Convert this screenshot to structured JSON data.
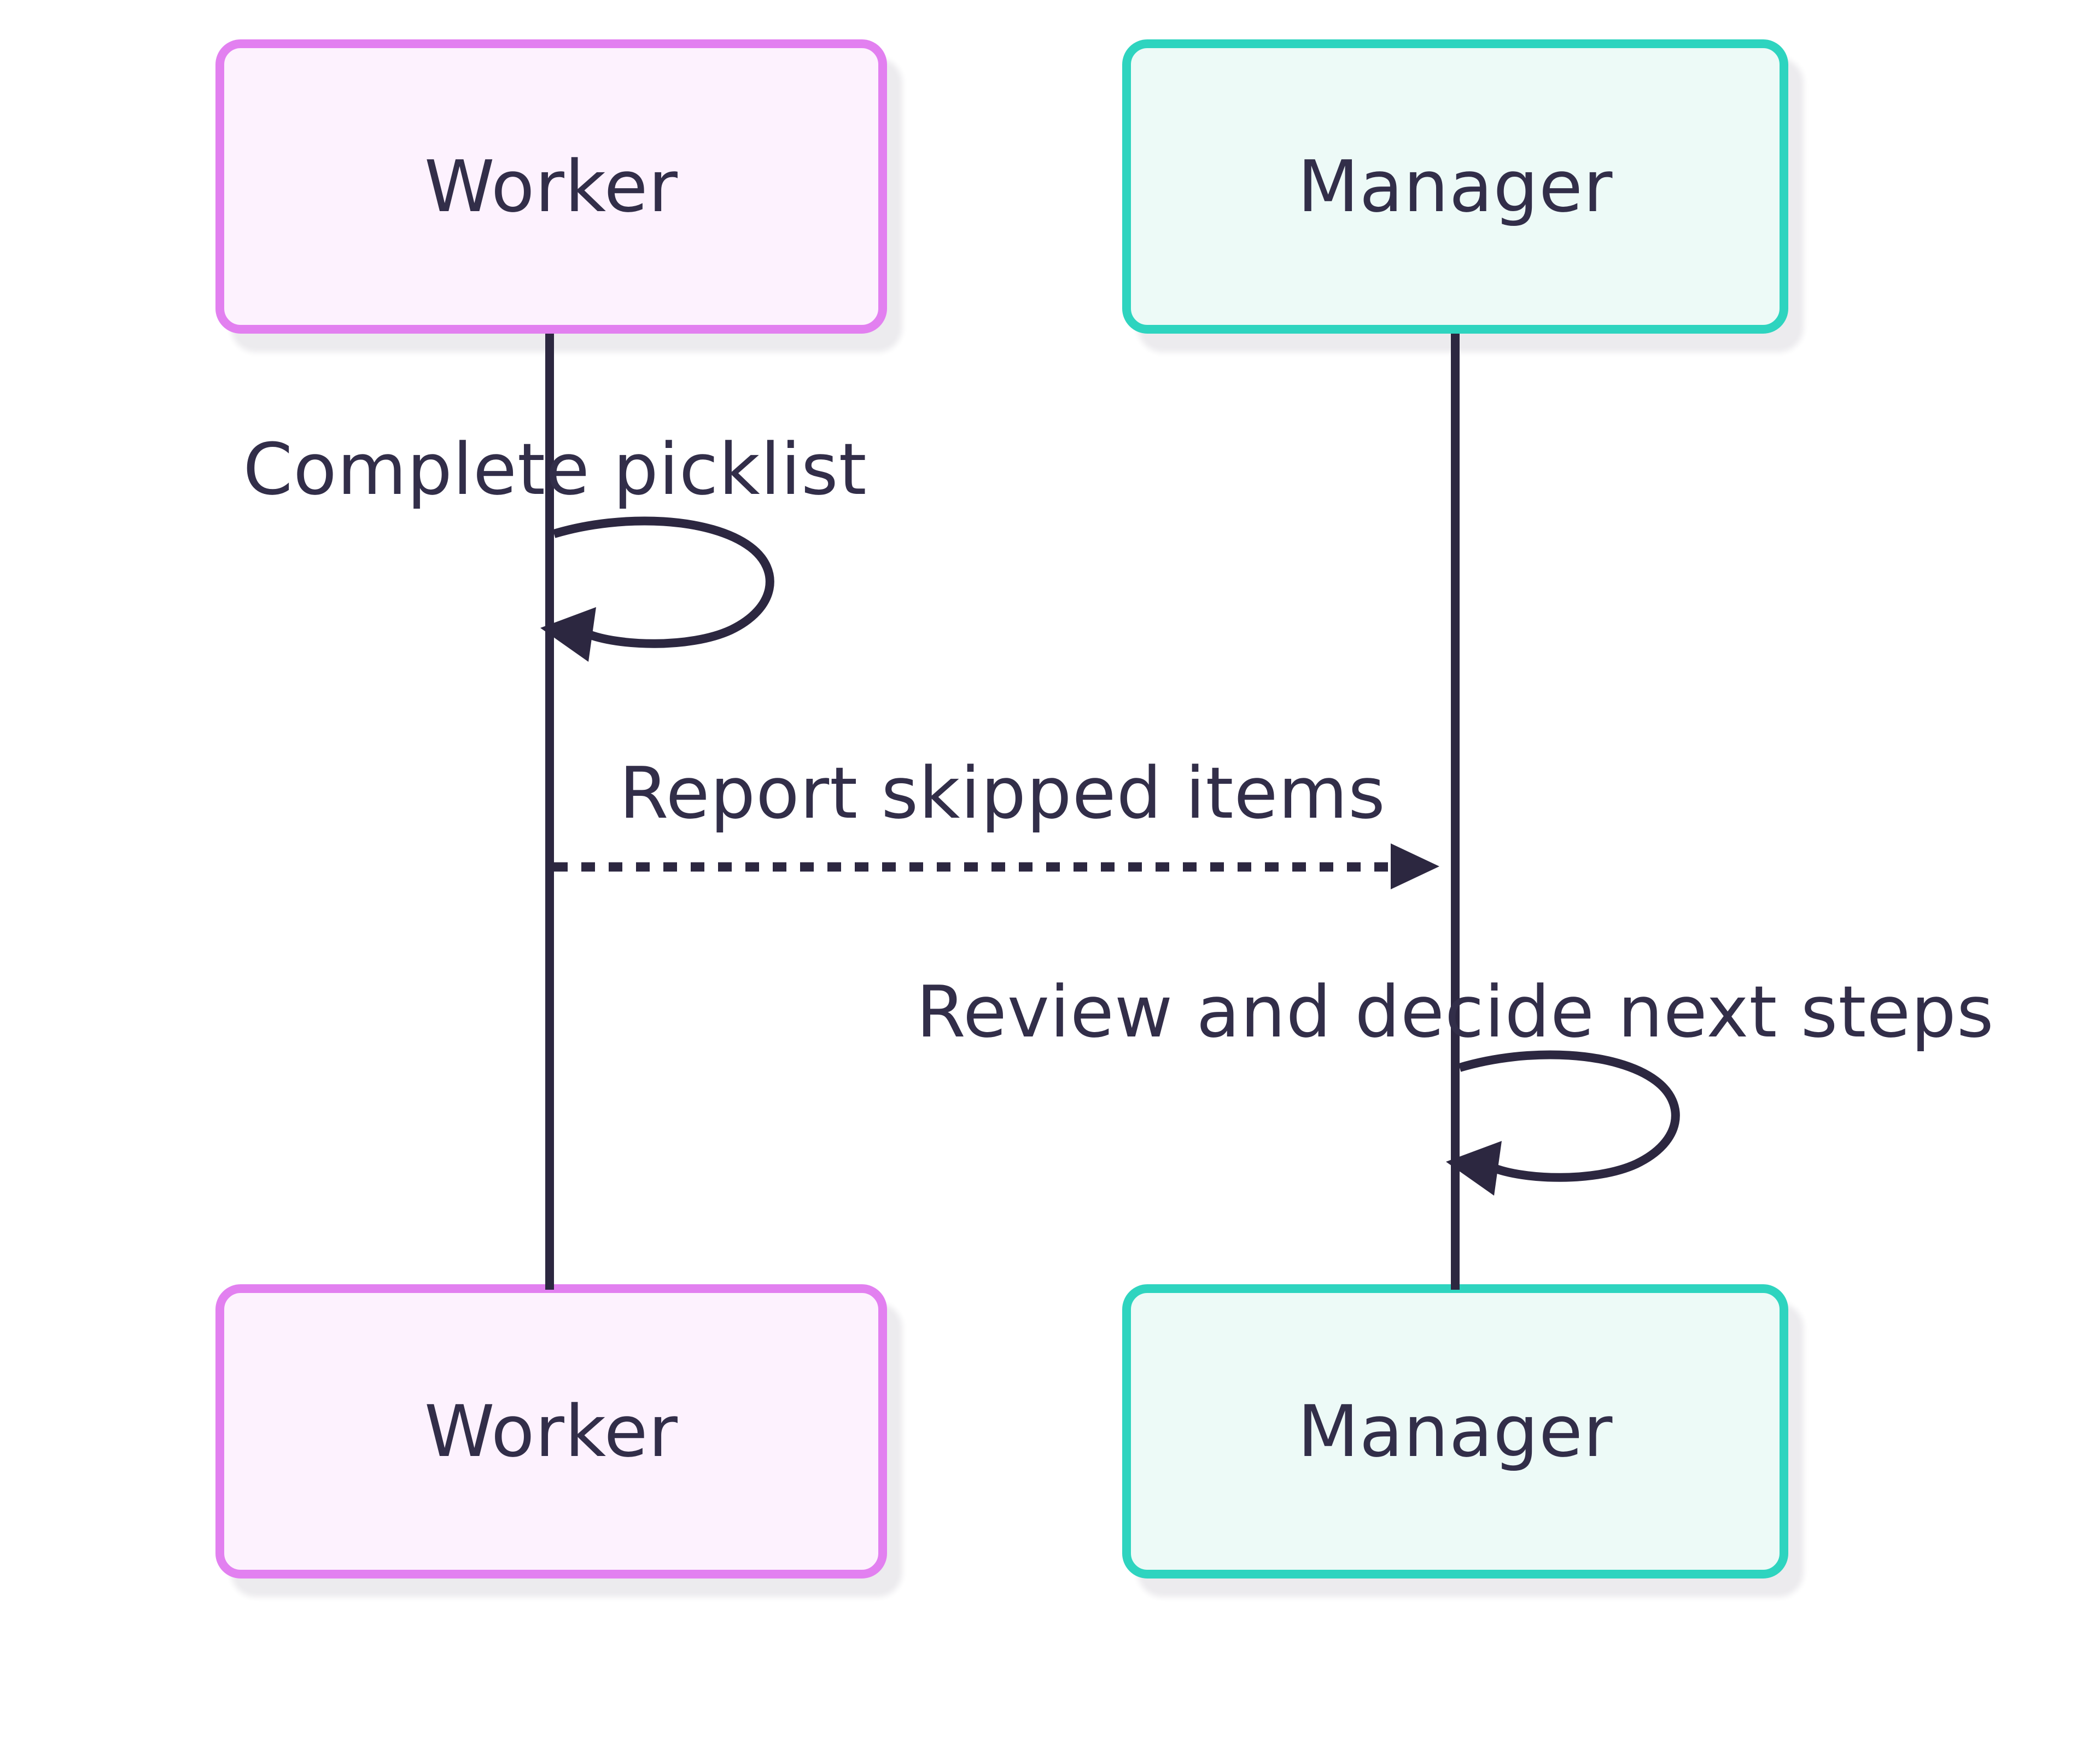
{
  "diagram": {
    "kind": "sequence-diagram"
  },
  "actors": [
    {
      "id": "worker",
      "label": "Worker",
      "theme": "pink"
    },
    {
      "id": "manager",
      "label": "Manager",
      "theme": "teal"
    }
  ],
  "messages": [
    {
      "kind": "self-loop",
      "actor": "worker",
      "text": "Complete picklist"
    },
    {
      "kind": "dashed-arrow",
      "from": "worker",
      "to": "manager",
      "text": "Report skipped items"
    },
    {
      "kind": "self-loop",
      "actor": "manager",
      "text": "Review and decide next steps"
    }
  ],
  "colors": {
    "background": "#ffffff",
    "ink": "#2c2740",
    "text": "#322e49",
    "pink-border": "#e280f0",
    "pink-fill": "#fdf2fe",
    "teal-border": "#2ed4bf",
    "teal-fill": "#edfaf7"
  }
}
